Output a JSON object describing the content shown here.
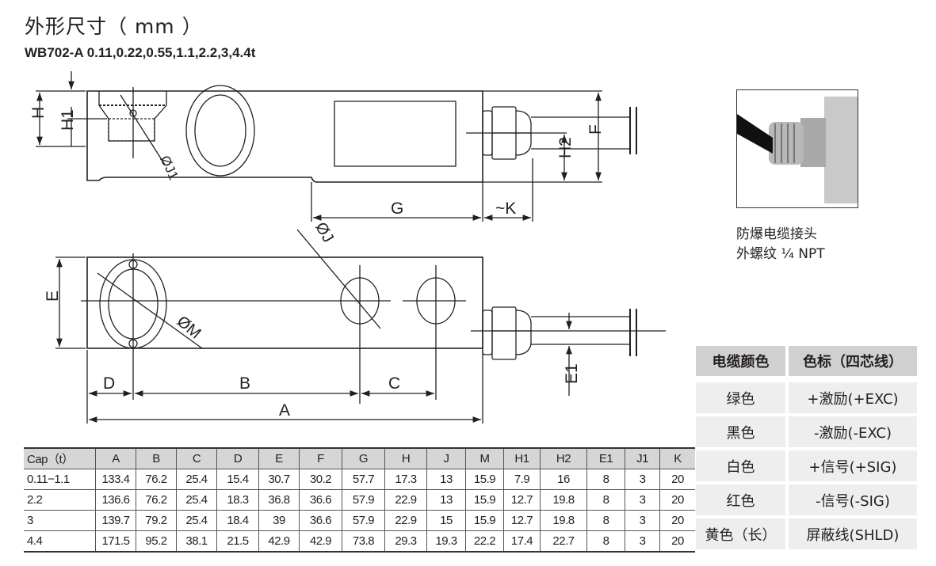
{
  "title": "外形尺寸（ mm ）",
  "subtitle": "WB702-A 0.11,0.22,0.55,1.1,2.2,3,4.4t",
  "drawing_labels": {
    "H": "H",
    "H1": "H1",
    "J1": "ØJ1",
    "F": "F",
    "H2": "H2",
    "G": "G",
    "K": "~K",
    "J": "ØJ",
    "E": "E",
    "M": "ØM",
    "E1": "E1",
    "D": "D",
    "B": "B",
    "C": "C",
    "A": "A"
  },
  "photo_caption": [
    "防爆电缆接头",
    "外螺纹 ¼ NPT"
  ],
  "dims_table": {
    "headers": [
      "Cap（t）",
      "A",
      "B",
      "C",
      "D",
      "E",
      "F",
      "G",
      "H",
      "J",
      "M",
      "H1",
      "H2",
      "E1",
      "J1",
      "K"
    ],
    "rows": [
      [
        "0.11−1.1",
        "133.4",
        "76.2",
        "25.4",
        "15.4",
        "30.7",
        "30.2",
        "57.7",
        "17.3",
        "13",
        "15.9",
        "7.9",
        "16",
        "8",
        "3",
        "20"
      ],
      [
        "2.2",
        "136.6",
        "76.2",
        "25.4",
        "18.3",
        "36.8",
        "36.6",
        "57.9",
        "22.9",
        "13",
        "15.9",
        "12.7",
        "19.8",
        "8",
        "3",
        "20"
      ],
      [
        "3",
        "139.7",
        "79.2",
        "25.4",
        "18.4",
        "39",
        "36.6",
        "57.9",
        "22.9",
        "15",
        "15.9",
        "12.7",
        "19.8",
        "8",
        "3",
        "20"
      ],
      [
        "4.4",
        "171.5",
        "95.2",
        "38.1",
        "21.5",
        "42.9",
        "42.9",
        "73.8",
        "29.3",
        "19.3",
        "22.2",
        "17.4",
        "22.7",
        "8",
        "3",
        "20"
      ]
    ]
  },
  "wire_table": {
    "headers": [
      "电缆颜色",
      "色标（四芯线）"
    ],
    "rows": [
      [
        "绿色",
        "+激励(+EXC)"
      ],
      [
        "黑色",
        "-激励(-EXC)"
      ],
      [
        "白色",
        "+信号(+SIG)"
      ],
      [
        "红色",
        "-信号(-SIG)"
      ],
      [
        "黄色（长）",
        "屏蔽线(SHLD)"
      ]
    ]
  }
}
